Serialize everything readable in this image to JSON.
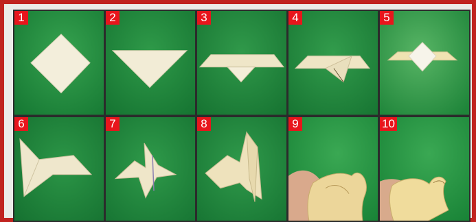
{
  "colors": {
    "frame_border": "#c0231f",
    "badge_bg": "#e8151c",
    "badge_text": "#ffffff",
    "background_green": "#1f8f3c",
    "paper": "#f1ead2"
  },
  "steps": [
    {
      "number": "1",
      "description_icon": "paper-diamond"
    },
    {
      "number": "2",
      "description_icon": "paper-triangle"
    },
    {
      "number": "3",
      "description_icon": "paper-folded-band"
    },
    {
      "number": "4",
      "description_icon": "paper-folded-wings"
    },
    {
      "number": "5",
      "description_icon": "paper-diamond-wings"
    },
    {
      "number": "6",
      "description_icon": "paper-arrow-shape"
    },
    {
      "number": "7",
      "description_icon": "paper-bird-body"
    },
    {
      "number": "8",
      "description_icon": "paper-bird-upright"
    },
    {
      "number": "9",
      "description_icon": "hand-shaping-paper"
    },
    {
      "number": "10",
      "description_icon": "paper-finished-bird"
    }
  ]
}
